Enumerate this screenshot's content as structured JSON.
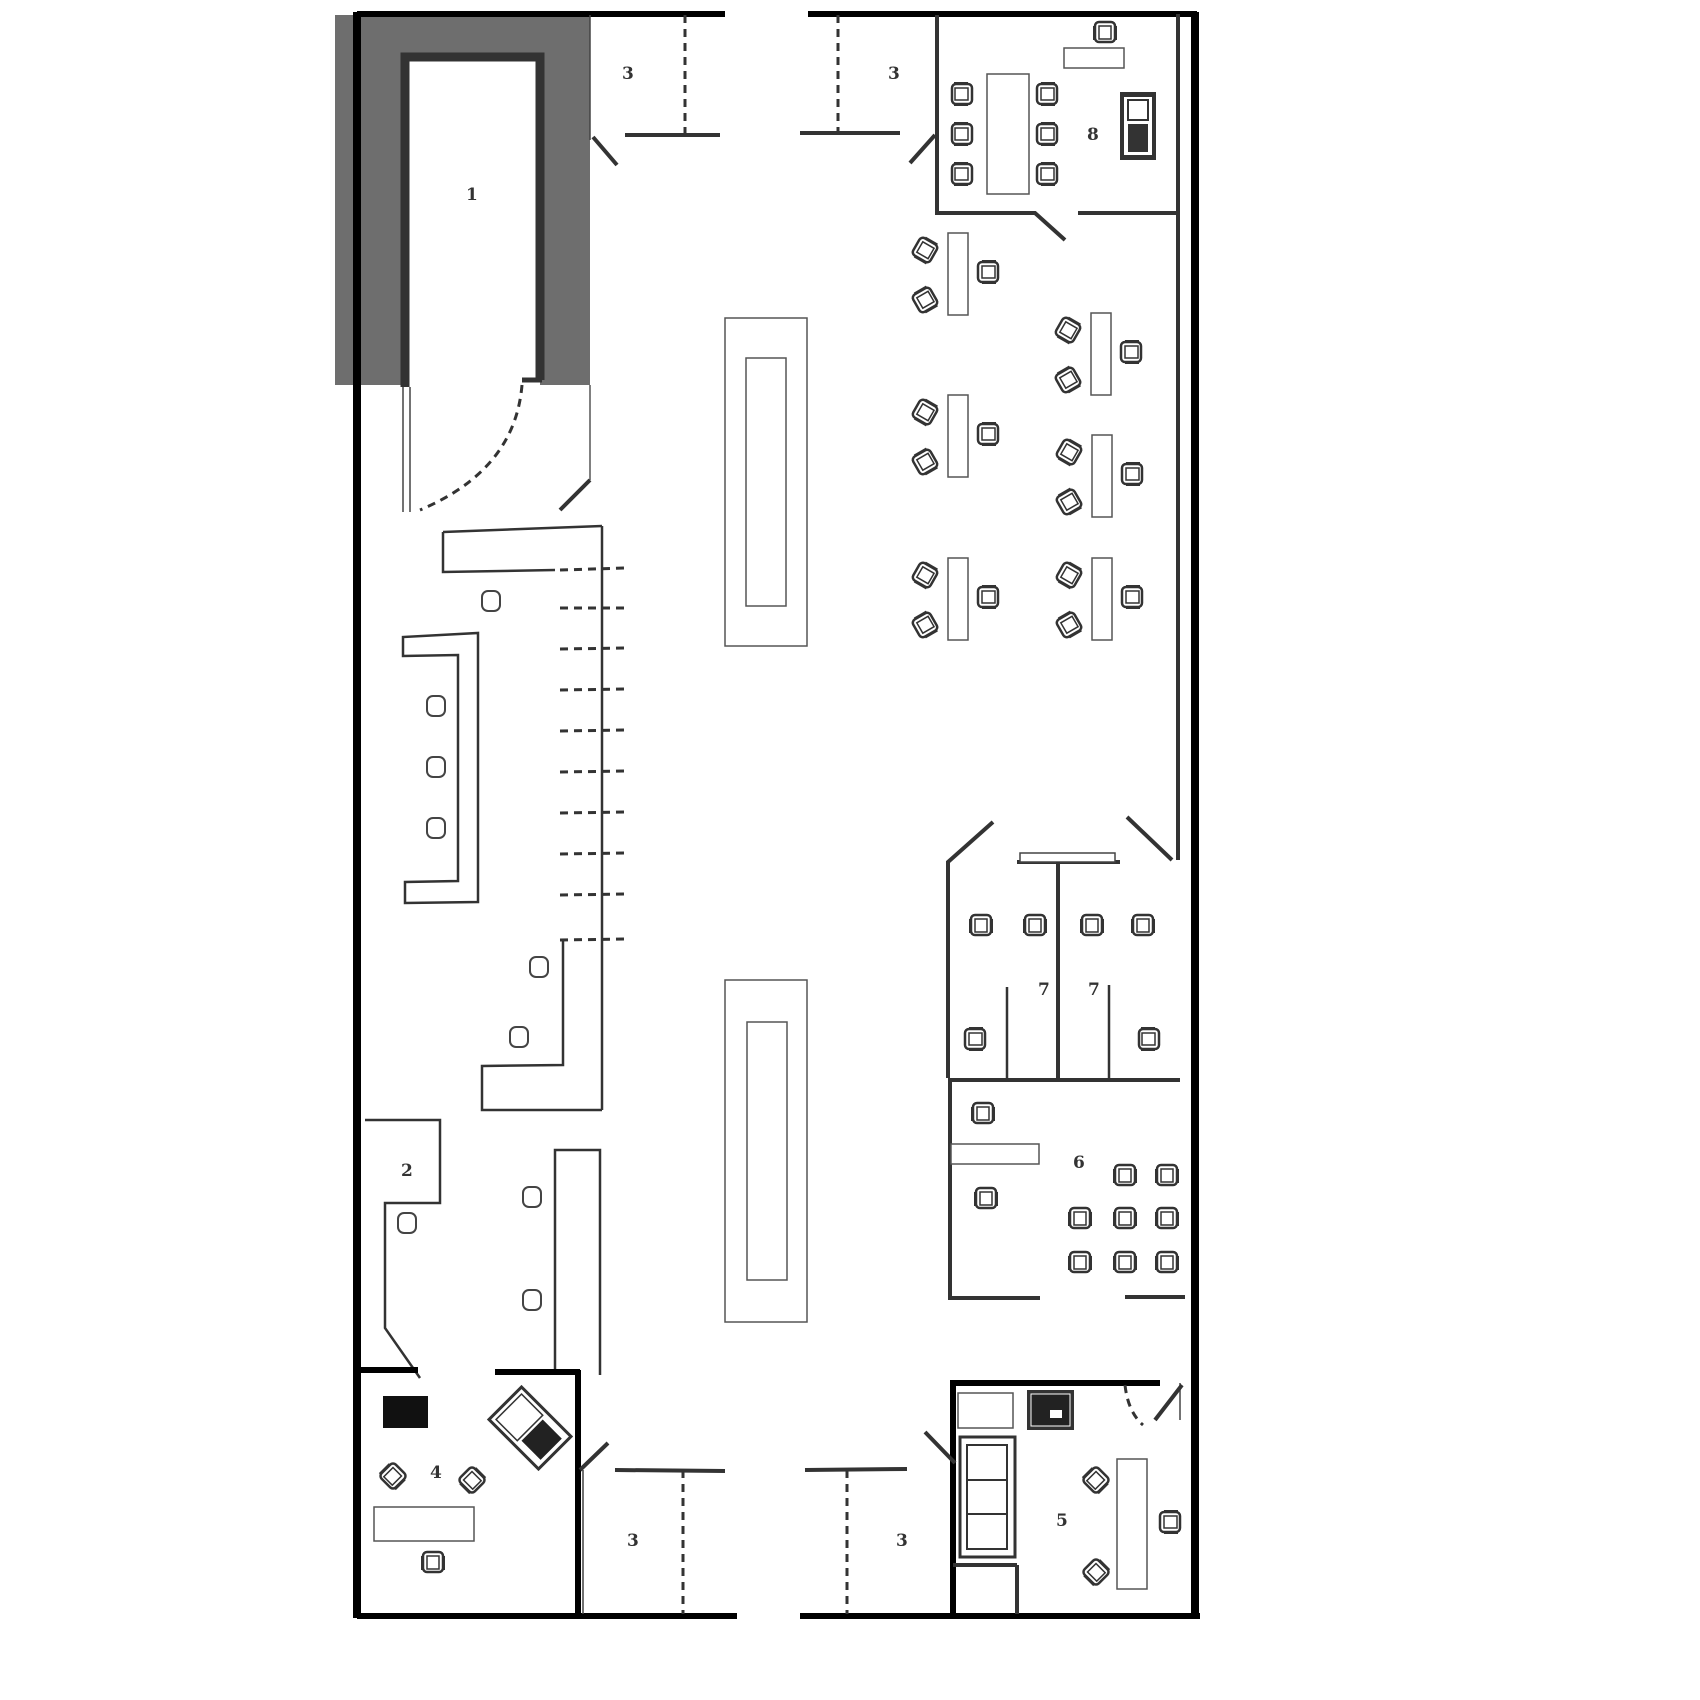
{
  "floor_plan": {
    "rooms": [
      {
        "id": "room-1",
        "label": "1"
      },
      {
        "id": "room-2",
        "label": "2"
      },
      {
        "id": "room-3-top-left",
        "label": "3"
      },
      {
        "id": "room-3-top-right",
        "label": "3"
      },
      {
        "id": "room-3-bottom-left",
        "label": "3"
      },
      {
        "id": "room-3-bottom-right",
        "label": "3"
      },
      {
        "id": "room-4",
        "label": "4"
      },
      {
        "id": "room-5",
        "label": "5"
      },
      {
        "id": "room-6",
        "label": "6"
      },
      {
        "id": "room-7-left",
        "label": "7"
      },
      {
        "id": "room-7-right",
        "label": "7"
      },
      {
        "id": "room-8",
        "label": "8"
      }
    ],
    "colors": {
      "wall": "#000000",
      "vault_fill": "#6e6e6e",
      "background": "#ffffff"
    }
  }
}
